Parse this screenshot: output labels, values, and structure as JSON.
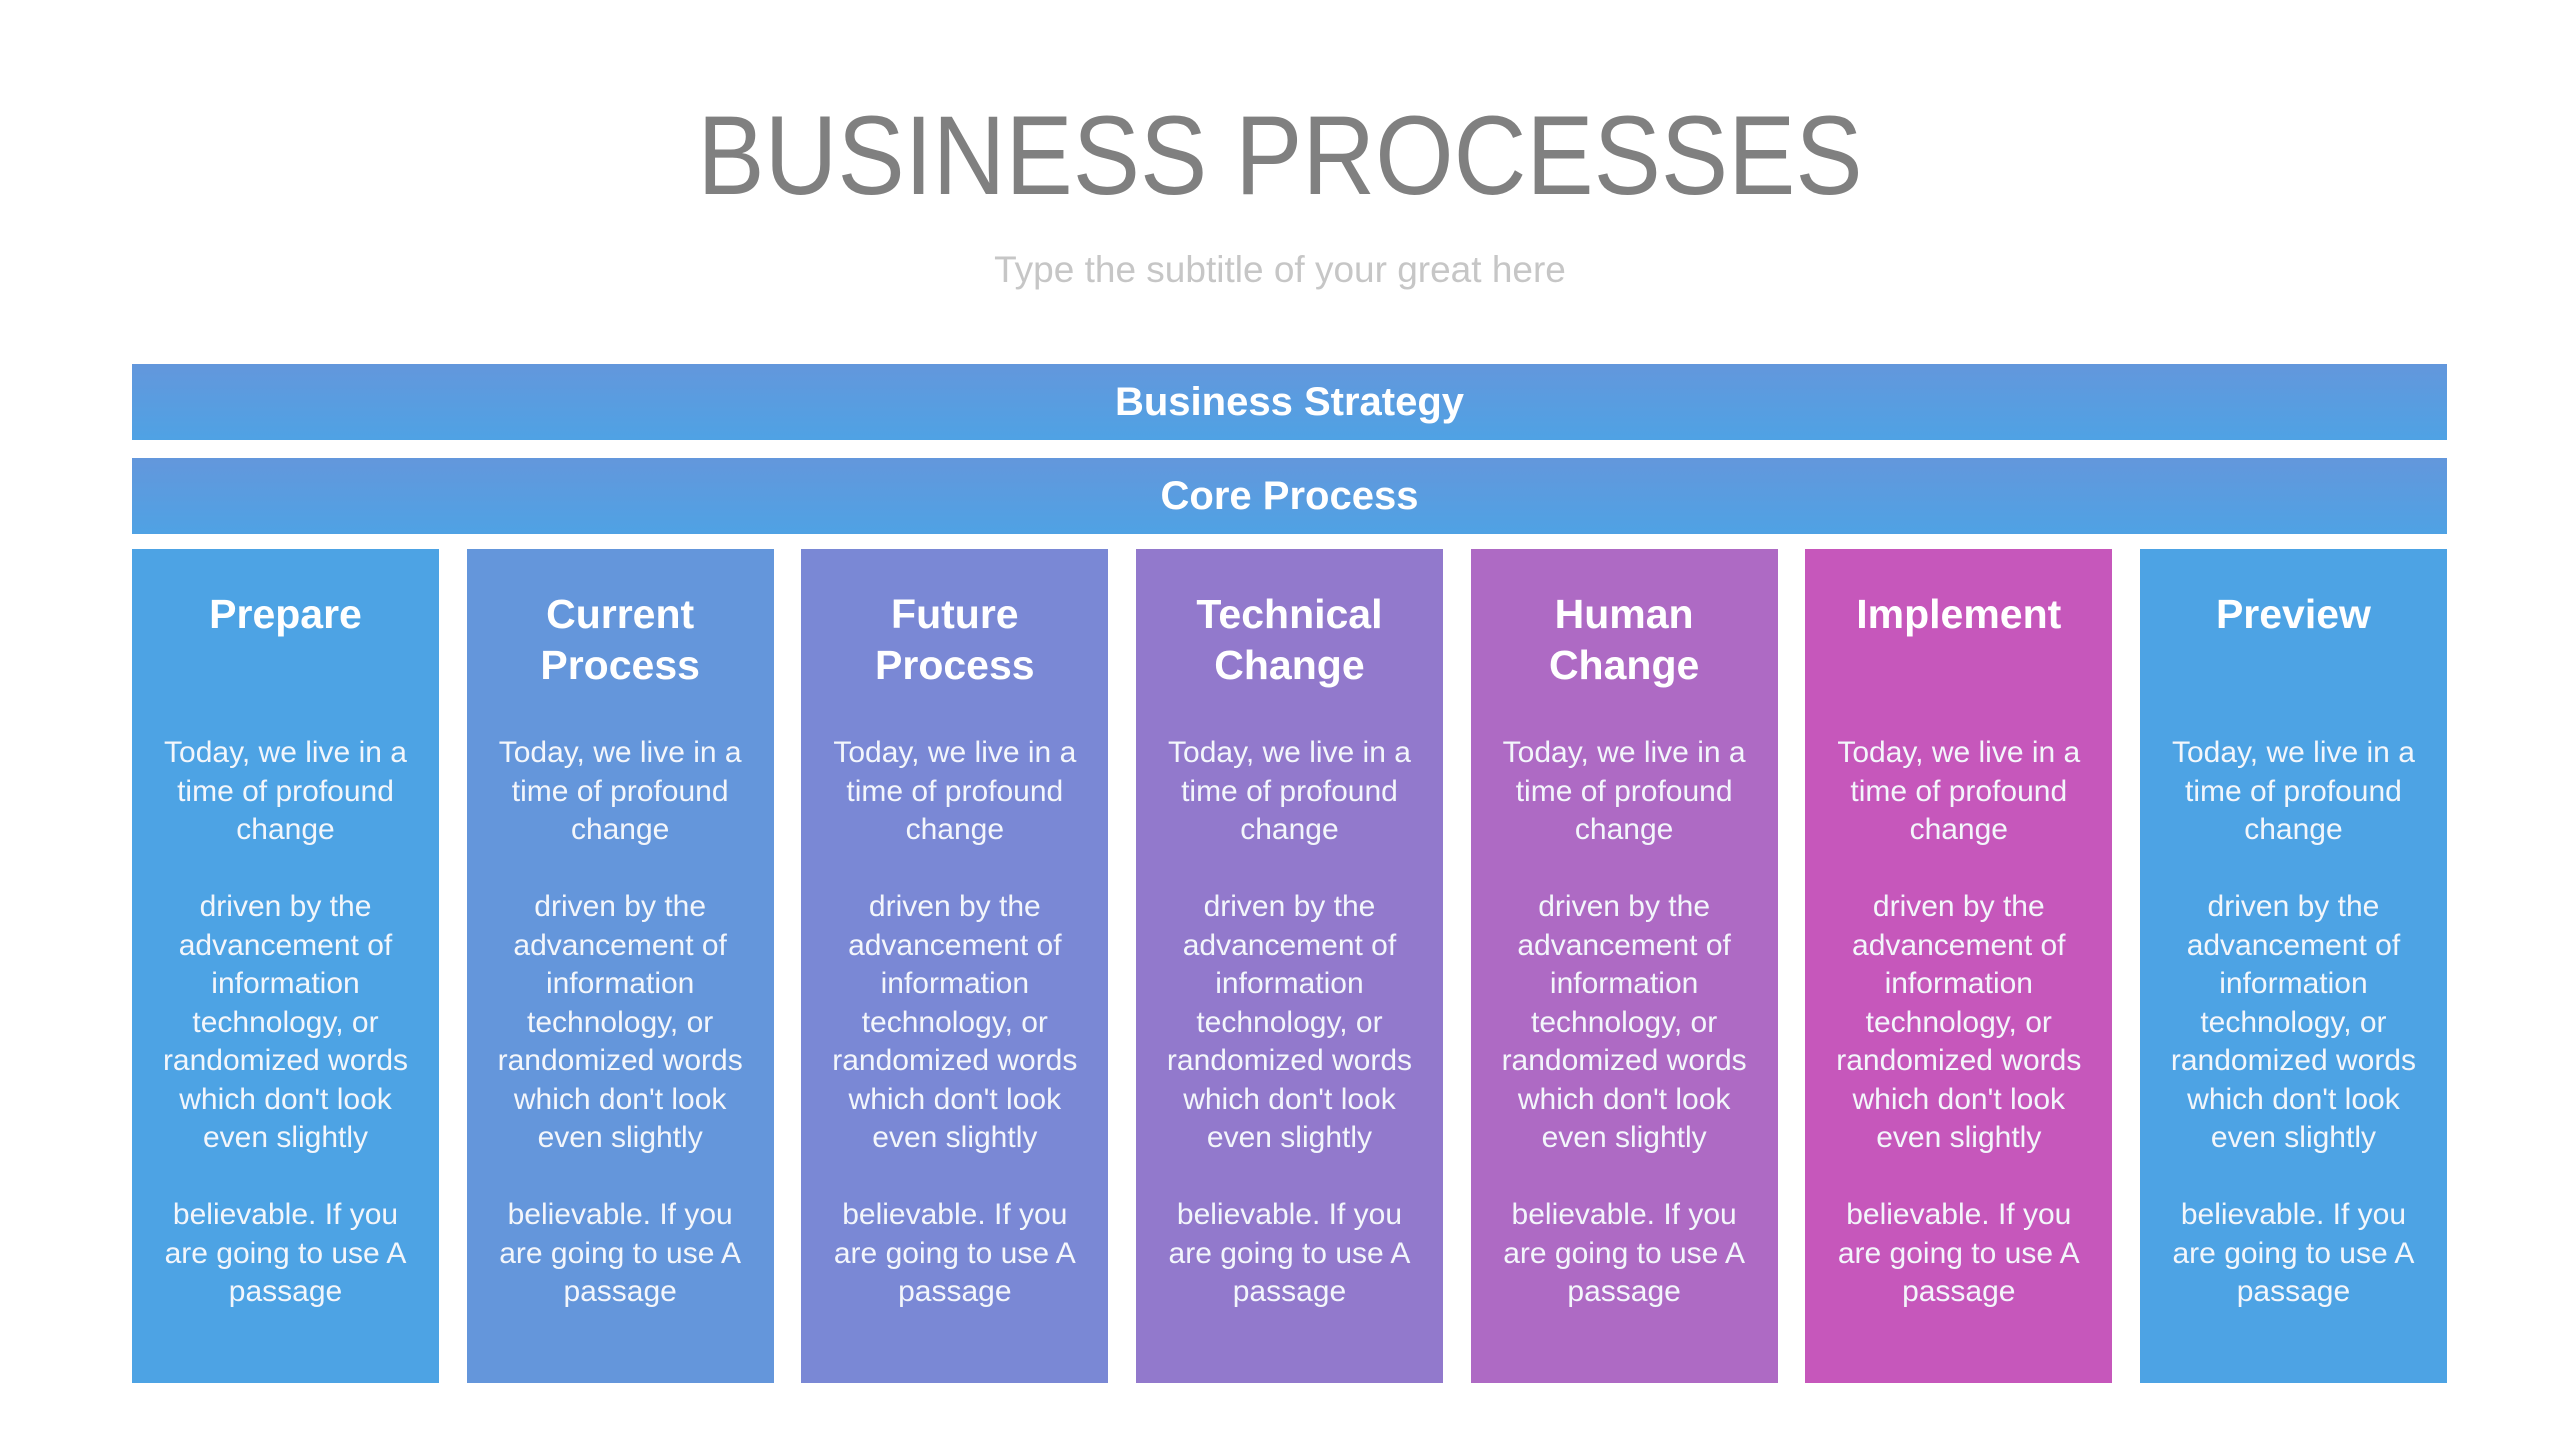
{
  "header": {
    "title": "BUSINESS PROCESSES",
    "subtitle": "Type the subtitle of your great here"
  },
  "bands": {
    "strategy": "Business Strategy",
    "core": "Core Process"
  },
  "colors": {
    "band_top": "#6397dc",
    "band_bottom": "#4fa2e4",
    "title": "#808080",
    "subtitle": "#c6c6c6"
  },
  "columns": [
    {
      "title": "Prepare",
      "color": "#4da3e4",
      "p1": "Today, we live in a time of profound change",
      "p2": "driven by the advancement of information technology, or randomized words which don't look even slightly",
      "p3": "believable. If you are going to use A passage"
    },
    {
      "title": "Current Process",
      "color": "#6496db",
      "p1": "Today, we live in a time of profound change",
      "p2": "driven by the advancement of information technology, or randomized words which don't look even slightly",
      "p3": "believable. If you are going to use A passage"
    },
    {
      "title": "Future Process",
      "color": "#7a88d5",
      "p1": "Today, we live in a time of profound change",
      "p2": "driven by the advancement of information technology, or randomized words which don't look even slightly",
      "p3": "believable. If you are going to use A passage"
    },
    {
      "title": "Technical Change",
      "color": "#9279cc",
      "p1": "Today, we live in a time of profound change",
      "p2": "driven by the advancement of information technology, or randomized words which don't look even slightly",
      "p3": "believable. If you are going to use A passage"
    },
    {
      "title": "Human Change",
      "color": "#ae6ac4",
      "p1": "Today, we live in a time of profound change",
      "p2": "driven by the advancement of information technology, or randomized words which don't look even slightly",
      "p3": "believable. If you are going to use A passage"
    },
    {
      "title": "Implement",
      "color": "#c657bb",
      "p1": "Today, we live in a time of profound change",
      "p2": "driven by the advancement of information technology, or randomized words which don't look even slightly",
      "p3": "believable. If you are going to use A passage"
    },
    {
      "title": "Preview",
      "color": "#4da3e4",
      "p1": "Today, we live in a time of profound change",
      "p2": "driven by the advancement of information technology, or randomized words which don't look even slightly",
      "p3": "believable. If you are going to use A passage"
    }
  ]
}
